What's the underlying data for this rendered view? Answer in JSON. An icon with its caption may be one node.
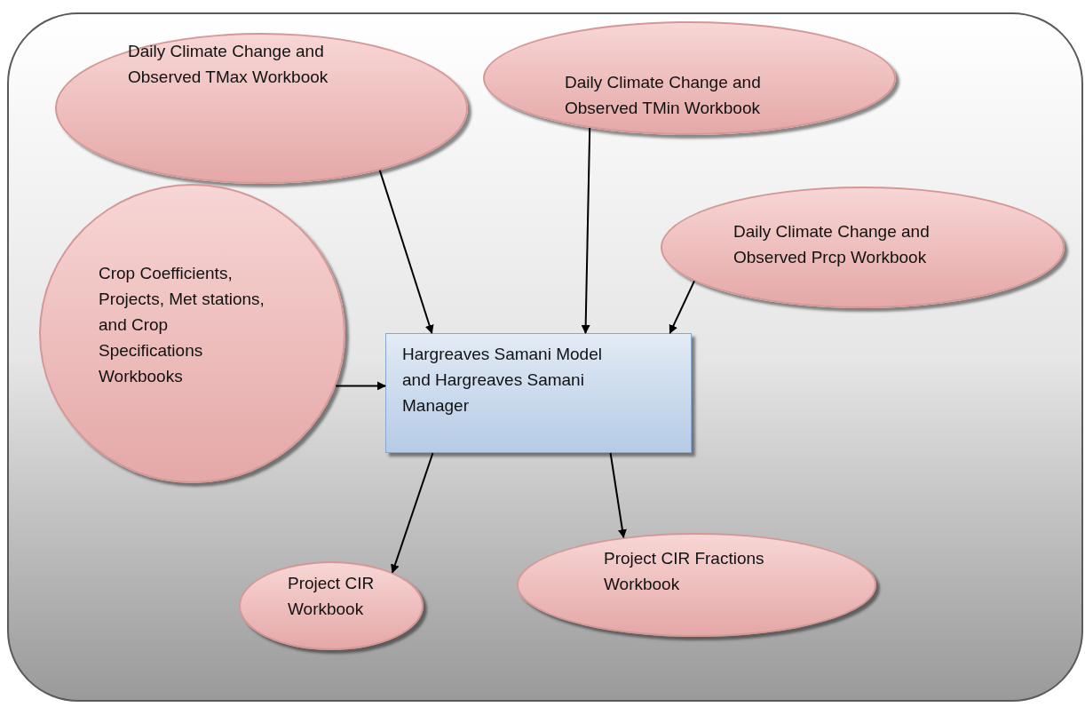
{
  "diagram": {
    "nodes": [
      {
        "text": [],
        "shape": "box"
      },
      {
        "text": [
          "Daily Climate Change and Observed TMax Workbook"
        ],
        "in": 0
      },
      {
        "text": [
          "Daily Climate Change and Observed TMin Workbook"
        ],
        "in": 0
      },
      {
        "text": [
          "Daily Climate Change and Observed Prcp Workbook"
        ],
        "in": 0
      },
      {
        "text": [
          "Crop Coefficients, Projects, Met stations, and Crop Specifications Workbooks"
        ],
        "in": 0
      },
      {
        "text": [
          "Hargreaves Samani Model and Hargreaves Samani Manager"
        ],
        "in": 0
      },
      {
        "text": [
          "Project CIR Workbook"
        ],
        "in": 0
      },
      {
        "text": [
          "Project CIR Fractions Workbook"
        ],
        "in": 0
      }
    ],
    "edges": [
      {
        "from": 1,
        "to": 5,
        "arrow": "to"
      },
      {
        "from": 2,
        "to": 5,
        "arrow": "to"
      },
      {
        "from": 3,
        "to": 5,
        "arrow": "to"
      },
      {
        "from": 4,
        "to": 5,
        "arrow": "to"
      },
      {
        "from": 5,
        "to": 6,
        "arrow": "to"
      },
      {
        "from": 5,
        "to": 7,
        "arrow": "to"
      }
    ]
  }
}
